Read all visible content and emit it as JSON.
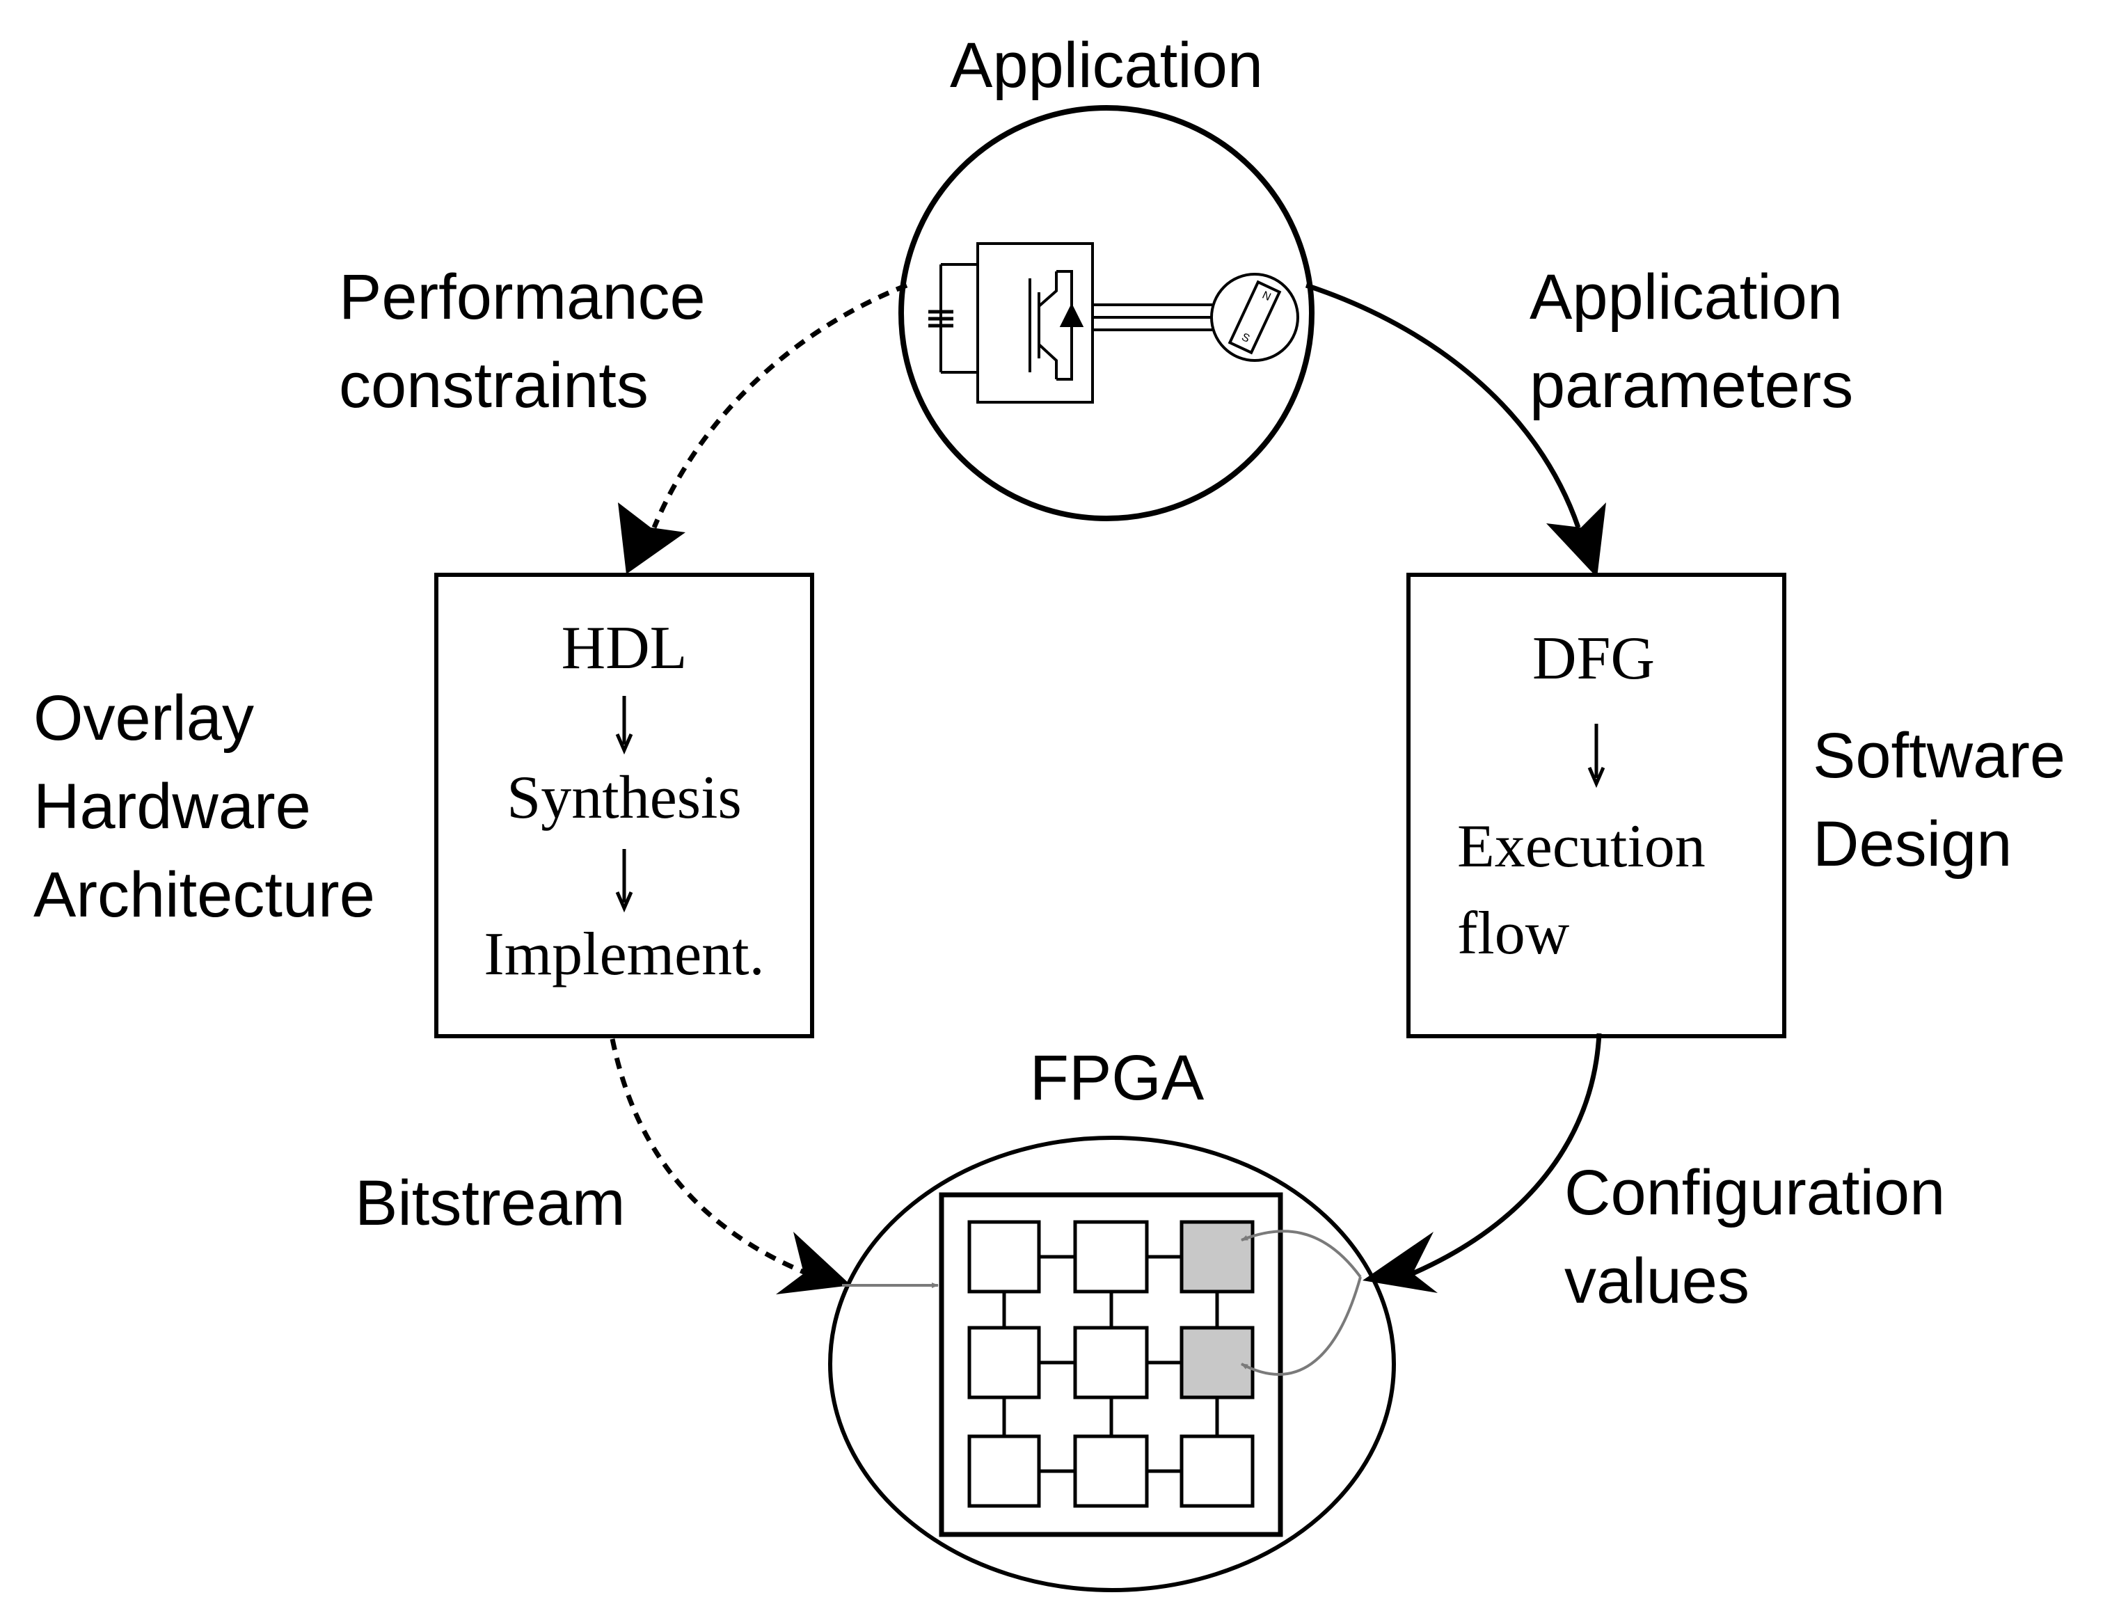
{
  "labels": {
    "application": "Application",
    "performance_constraints": [
      "Performance",
      "constraints"
    ],
    "application_parameters": [
      "Application",
      "parameters"
    ],
    "overlay_hardware_architecture": [
      "Overlay",
      "Hardware",
      "Architecture"
    ],
    "software_design": [
      "Software",
      "Design"
    ],
    "fpga": "FPGA",
    "bitstream": "Bitstream",
    "configuration_values": [
      "Configuration",
      "values"
    ]
  },
  "hardware_box": {
    "steps": [
      "HDL",
      "Synthesis",
      "Implement."
    ]
  },
  "software_box": {
    "steps": [
      "DFG",
      "Execution",
      "flow"
    ]
  },
  "motor": {
    "north": "N",
    "south": "S"
  },
  "colors": {
    "stroke": "#000000",
    "active_cell": "#c8c8c8",
    "config_arrow": "#7a7a7a"
  }
}
